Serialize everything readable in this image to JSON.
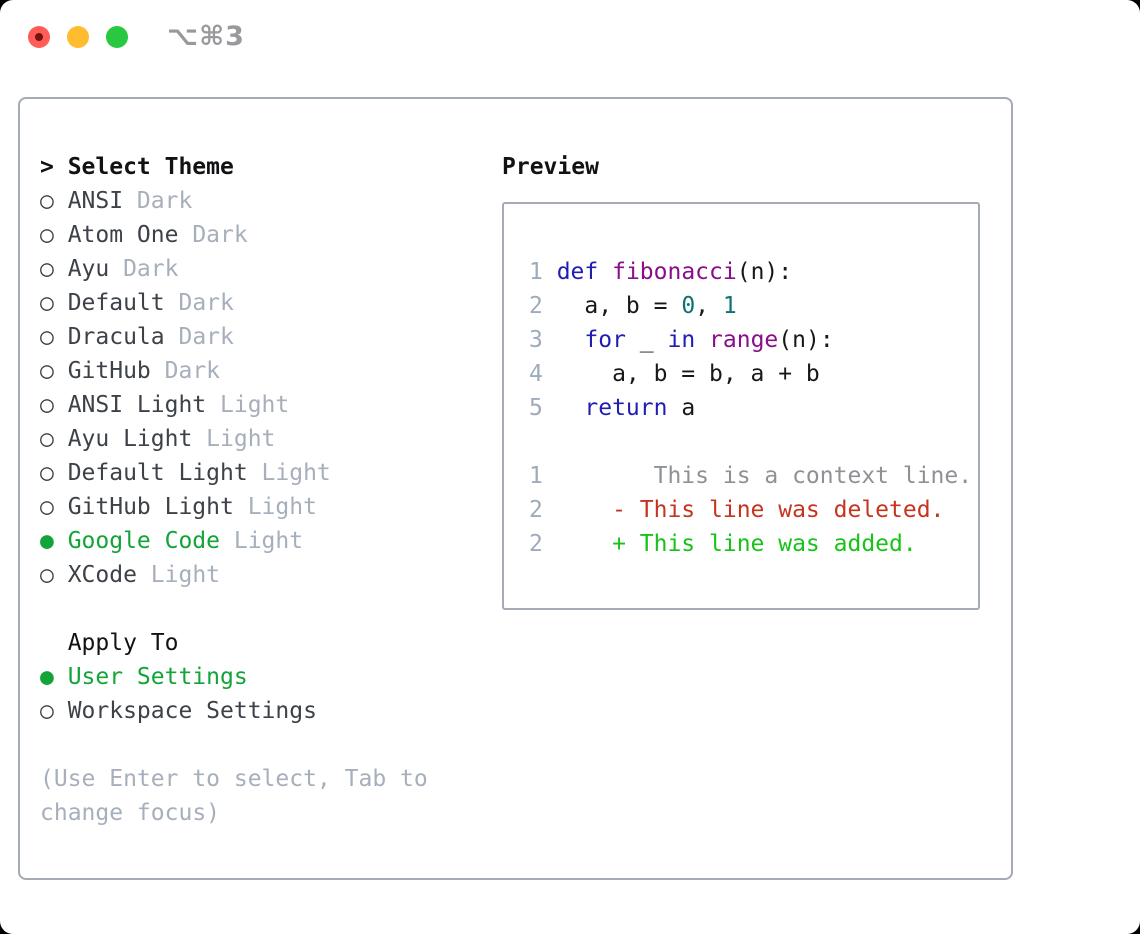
{
  "titlebar": {
    "title": "⌥⌘3"
  },
  "icons": {
    "selected_radio": "●",
    "unselected_radio": "○",
    "header_prefix": ">"
  },
  "theme_picker": {
    "header": "Select Theme",
    "items": [
      {
        "name": "ANSI",
        "tag": "Dark",
        "selected": false
      },
      {
        "name": "Atom One",
        "tag": "Dark",
        "selected": false
      },
      {
        "name": "Ayu",
        "tag": "Dark",
        "selected": false
      },
      {
        "name": "Default",
        "tag": "Dark",
        "selected": false
      },
      {
        "name": "Dracula",
        "tag": "Dark",
        "selected": false
      },
      {
        "name": "GitHub",
        "tag": "Dark",
        "selected": false
      },
      {
        "name": "ANSI Light",
        "tag": "Light",
        "selected": false
      },
      {
        "name": "Ayu Light",
        "tag": "Light",
        "selected": false
      },
      {
        "name": "Default Light",
        "tag": "Light",
        "selected": false
      },
      {
        "name": "GitHub Light",
        "tag": "Light",
        "selected": false
      },
      {
        "name": "Google Code",
        "tag": "Light",
        "selected": true
      },
      {
        "name": "XCode",
        "tag": "Light",
        "selected": false
      }
    ]
  },
  "apply_to": {
    "header": "Apply To",
    "options": [
      {
        "name": "User Settings",
        "selected": true
      },
      {
        "name": "Workspace Settings",
        "selected": false
      }
    ]
  },
  "help": {
    "text": "(Use Enter to select, Tab to change focus)"
  },
  "preview": {
    "header": "Preview",
    "lines": [
      {
        "num": "1",
        "tokens": [
          {
            "text": "def",
            "style": "keyword"
          },
          {
            "text": " ",
            "style": "plain"
          },
          {
            "text": "fibonacci",
            "style": "function"
          },
          {
            "text": "(n):",
            "style": "plain"
          }
        ]
      },
      {
        "num": "2",
        "tokens": [
          {
            "text": "  a, b = ",
            "style": "plain"
          },
          {
            "text": "0",
            "style": "number"
          },
          {
            "text": ", ",
            "style": "plain"
          },
          {
            "text": "1",
            "style": "number"
          }
        ]
      },
      {
        "num": "3",
        "tokens": [
          {
            "text": "  ",
            "style": "plain"
          },
          {
            "text": "for",
            "style": "keyword"
          },
          {
            "text": " _ ",
            "style": "plain"
          },
          {
            "text": "in",
            "style": "keyword"
          },
          {
            "text": " ",
            "style": "plain"
          },
          {
            "text": "range",
            "style": "function"
          },
          {
            "text": "(n):",
            "style": "plain"
          }
        ]
      },
      {
        "num": "4",
        "tokens": [
          {
            "text": "    a, b = b, a + b",
            "style": "plain"
          }
        ]
      },
      {
        "num": "5",
        "tokens": [
          {
            "text": "  ",
            "style": "plain"
          },
          {
            "text": "return",
            "style": "keyword"
          },
          {
            "text": " a",
            "style": "plain"
          }
        ]
      },
      {
        "num": "",
        "tokens": []
      },
      {
        "num": "1",
        "tokens": [
          {
            "text": "       This is a context line.",
            "style": "context"
          }
        ]
      },
      {
        "num": "2",
        "tokens": [
          {
            "text": "    - This line was deleted.",
            "style": "deleted"
          }
        ]
      },
      {
        "num": "2",
        "tokens": [
          {
            "text": "    + This line was added.",
            "style": "added"
          }
        ]
      }
    ]
  },
  "colors": {
    "accent_green": "#12a438",
    "keyword": "#1f1db2",
    "function_name": "#8a0d8a",
    "number_literal": "#0e7173",
    "plain_code": "#17181a",
    "context_line": "#8e9196",
    "deleted_line": "#c5341f",
    "added_line": "#17c317",
    "muted_text": "#a6afbb",
    "item_text": "#3d4249",
    "line_number": "#9fabbb",
    "panel_border": "#a4abb4",
    "traffic_red": "#ff5d55",
    "traffic_yellow": "#febc2e",
    "traffic_green": "#28c840",
    "title_text": "#98989d"
  }
}
